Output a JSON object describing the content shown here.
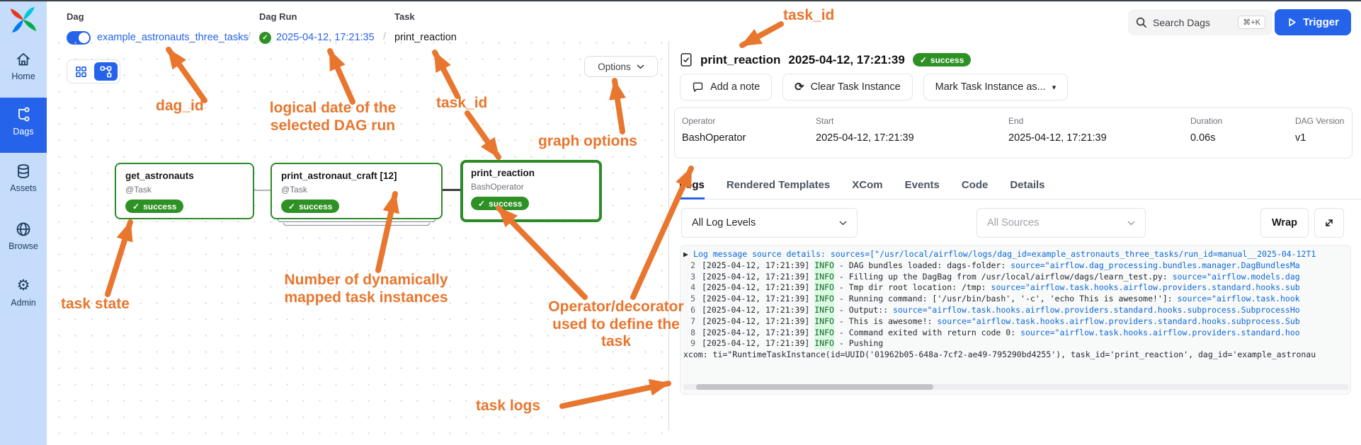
{
  "theme": {
    "accent_blue": "#2563eb",
    "success_green": "#2e9125",
    "annotation_orange": "#e8762e",
    "link_blue": "#0b69da"
  },
  "icons": {
    "check": "✓",
    "refresh": "⟳",
    "caret_down": "▾",
    "caret_right": "▶",
    "expand": "⤢",
    "gear": "⚙"
  },
  "sidebar": {
    "items": [
      {
        "label": "Home"
      },
      {
        "label": "Dags"
      },
      {
        "label": "Assets"
      },
      {
        "label": "Browse"
      },
      {
        "label": "Admin"
      }
    ]
  },
  "breadcrumb": {
    "dag_label": "Dag",
    "dag_name": "example_astronauts_three_tasks",
    "sep": "/",
    "dag_run_label": "Dag Run",
    "dag_run_date": "2025-04-12, 17:21:35",
    "task_label": "Task",
    "task_name": "print_reaction"
  },
  "topbar": {
    "search_placeholder": "Search Dags",
    "search_shortcut": "⌘+K",
    "trigger_label": "Trigger"
  },
  "graph": {
    "options_label": "Options",
    "nodes": [
      {
        "title": "get_astronauts",
        "subtitle": "@Task",
        "state": "success"
      },
      {
        "title": "print_astronaut_craft [12]",
        "subtitle": "@Task",
        "state": "success"
      },
      {
        "title": "print_reaction",
        "subtitle": "BashOperator",
        "state": "success"
      }
    ]
  },
  "task_panel": {
    "title": "print_reaction",
    "timestamp": "2025-04-12, 17:21:39",
    "state": "success",
    "buttons": {
      "note": "Add a note",
      "clear": "Clear Task Instance",
      "mark": "Mark Task Instance as..."
    },
    "info": [
      {
        "label": "Operator",
        "value": "BashOperator"
      },
      {
        "label": "Start",
        "value": "2025-04-12, 17:21:39"
      },
      {
        "label": "End",
        "value": "2025-04-12, 17:21:39"
      },
      {
        "label": "Duration",
        "value": "0.06s"
      },
      {
        "label": "DAG Version",
        "value": "v1"
      }
    ],
    "tabs": [
      {
        "label": "Logs"
      },
      {
        "label": "Rendered Templates"
      },
      {
        "label": "XCom"
      },
      {
        "label": "Events"
      },
      {
        "label": "Code"
      },
      {
        "label": "Details"
      }
    ],
    "filters": {
      "log_levels": "All Log Levels",
      "sources": "All Sources",
      "wrap": "Wrap"
    }
  },
  "logs": {
    "lines": [
      {
        "expand": "▶",
        "link": "Log message source details: sources=[\"/usr/local/airflow/logs/dag_id=example_astronauts_three_tasks/run_id=manual__2025-04-12T1"
      },
      {
        "n": "2",
        "t": "[2025-04-12, 17:21:39] ",
        "lvl": "INFO",
        "m": " - DAG bundles loaded: dags-folder: ",
        "link": "source=\"airflow.dag_processing.bundles.manager.DagBundlesMa"
      },
      {
        "n": "3",
        "t": "[2025-04-12, 17:21:39] ",
        "lvl": "INFO",
        "m": " - Filling up the DagBag from /usr/local/airflow/dags/learn_test.py: ",
        "link": "source=\"airflow.models.dag"
      },
      {
        "n": "4",
        "t": "[2025-04-12, 17:21:39] ",
        "lvl": "INFO",
        "m": " - Tmp dir root location: /tmp: ",
        "link": "source=\"airflow.task.hooks.airflow.providers.standard.hooks.sub"
      },
      {
        "n": "5",
        "t": "[2025-04-12, 17:21:39] ",
        "lvl": "INFO",
        "m": " - Running command: ['/usr/bin/bash', '-c', 'echo This is awesome!']: ",
        "link": "source=\"airflow.task.hook"
      },
      {
        "n": "6",
        "t": "[2025-04-12, 17:21:39] ",
        "lvl": "INFO",
        "m": " - Output:: ",
        "link": "source=\"airflow.task.hooks.airflow.providers.standard.hooks.subprocess.SubprocessHo"
      },
      {
        "n": "7",
        "t": "[2025-04-12, 17:21:39] ",
        "lvl": "INFO",
        "m": " - This is awesome!: ",
        "link": "source=\"airflow.task.hooks.airflow.providers.standard.hooks.subprocess.Sub"
      },
      {
        "n": "8",
        "t": "[2025-04-12, 17:21:39] ",
        "lvl": "INFO",
        "m": " - Command exited with return code 0: ",
        "link": "source=\"airflow.task.hooks.airflow.providers.standard.hoo"
      },
      {
        "n": "9",
        "t": "[2025-04-12, 17:21:39] ",
        "lvl": "INFO",
        "m": " - Pushing",
        "link": ""
      },
      {
        "raw": "xcom: ti=\"RuntimeTaskInstance(id=UUID('01962b05-648a-7cf2-ae49-795290bd4255'), task_id='print_reaction', dag_id='example_astronau"
      }
    ]
  },
  "annotations": {
    "task_id_top": "task_id",
    "dag_id": "dag_id",
    "logical_date": "logical date of the\nselected DAG run",
    "task_id_mid": "task_id",
    "graph_options": "graph options",
    "task_state": "task state",
    "mapped_instances": "Number of dynamically\nmapped task instances",
    "operator": "Operator/decorator\nused to define the\ntask",
    "task_logs": "task logs"
  }
}
